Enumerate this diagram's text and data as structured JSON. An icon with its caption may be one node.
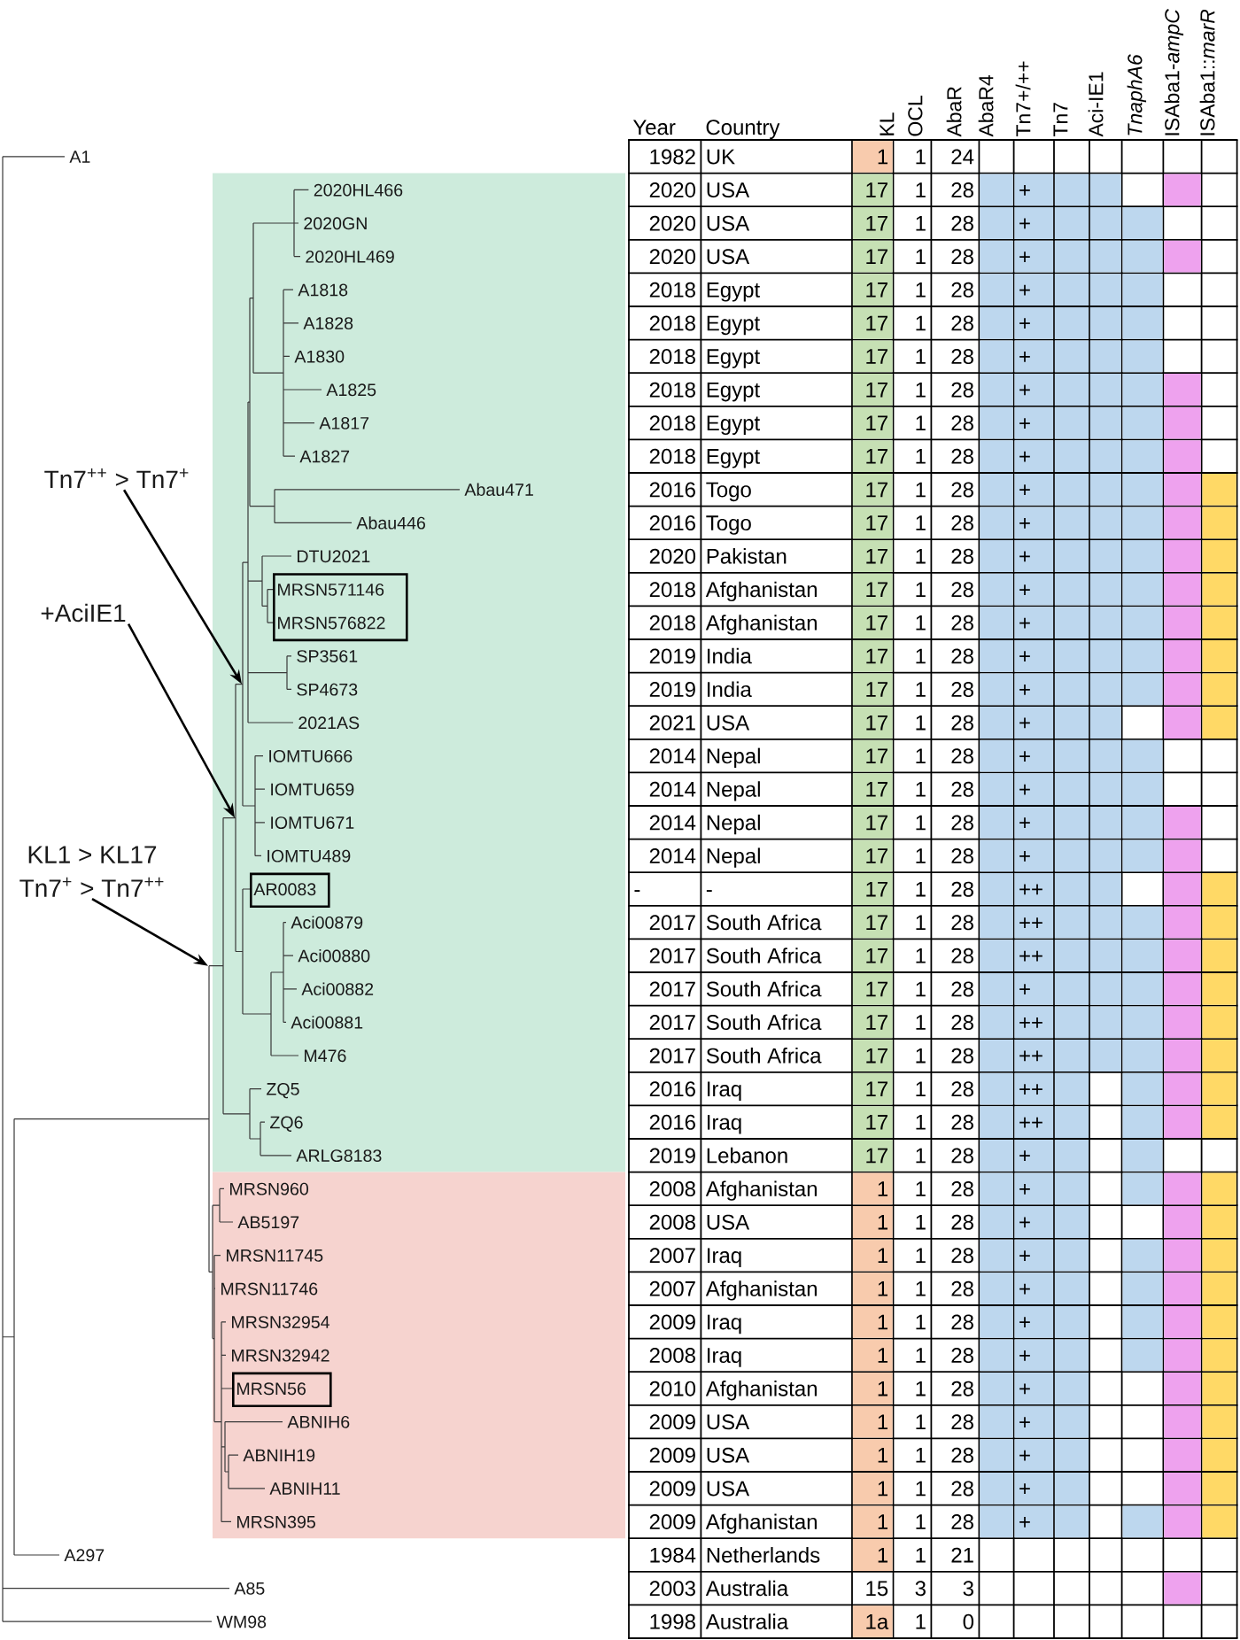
{
  "diagram": {
    "nodes": [
      {
        "text": [
          "2020HL466",
          "2020GN",
          "2020HL469",
          "A1818",
          "A1828",
          "A1830",
          "A1825",
          "A1817",
          "A1827",
          "Abau471",
          "Abau446",
          "DTU2021",
          "SP3561",
          "SP4673",
          "2021AS",
          "IOMTU666",
          "IOMTU659",
          "IOMTU671",
          "IOMTU489",
          "Aci00879",
          "Aci00880",
          "Aci00882",
          "Aci00881",
          "M476",
          "ZQ5",
          "ZQ6",
          "ARLG8183"
        ]
      },
      {
        "text": [
          "MRSN571146",
          "MRSN576822"
        ],
        "in": 0
      },
      {
        "text": [
          "AR0083"
        ],
        "in": 0
      },
      {
        "text": [
          "Tn7$^{++}$ > Tn7$^{+}$"
        ]
      },
      {
        "text": [
          "+AciIE1"
        ]
      },
      {
        "text": [
          "KL1 > KL17",
          "Tn7$^{+}$ > Tn7$^{++}$"
        ]
      },
      {
        "text": [
          "MRSN960",
          "AB5197",
          "MRSN11745",
          "MRSN11746",
          "MRSN32954",
          "MRSN32942",
          "ABNIH6",
          "ABNIH19",
          "ABNIH11",
          "MRSN395"
        ]
      },
      {
        "text": [
          "MRSN56"
        ],
        "in": 6
      }
    ],
    "edges": [
      {
        "from": 3,
        "to": 0,
        "arrow": "to"
      },
      {
        "from": 4,
        "to": 0,
        "arrow": "to"
      },
      {
        "from": 5,
        "to": 0,
        "arrow": "to"
      }
    ],
    "labels": [
      "A1",
      "A297",
      "A85",
      "WM98",
      "Year",
      "Country",
      "KL",
      "OCL",
      "AbaR",
      "AbaR4",
      "Tn7+/++",
      "Tn7",
      "Aci-IE1",
      "TnaphA6",
      "ISAba1-*ampC*",
      "ISAba1::*marR*",
      "1982",
      "UK",
      "1",
      "1",
      "24",
      "2020",
      "USA",
      "17",
      "1",
      "28",
      "+",
      "2020",
      "USA",
      "17",
      "1",
      "28",
      "+",
      "2020",
      "USA",
      "17",
      "1",
      "28",
      "+",
      "2018",
      "Egypt",
      "17",
      "1",
      "28",
      "+",
      "2018",
      "Egypt",
      "17",
      "1",
      "28",
      "+",
      "2018",
      "Egypt",
      "17",
      "1",
      "28",
      "+",
      "2018",
      "Egypt",
      "17",
      "1",
      "28",
      "+",
      "2018",
      "Egypt",
      "17",
      "1",
      "28",
      "+",
      "2018",
      "Egypt",
      "17",
      "1",
      "28",
      "+",
      "2016",
      "Togo",
      "17",
      "1",
      "28",
      "+",
      "2016",
      "Togo",
      "17",
      "1",
      "28",
      "+",
      "2020",
      "Pakistan",
      "17",
      "1",
      "28",
      "+",
      "2018",
      "Afghanistan",
      "17",
      "1",
      "28",
      "+",
      "2018",
      "Afghanistan",
      "17",
      "1",
      "28",
      "+",
      "2019",
      "India",
      "17",
      "1",
      "28",
      "+",
      "2019",
      "India",
      "17",
      "1",
      "28",
      "+",
      "2021",
      "USA",
      "17",
      "1",
      "28",
      "+",
      "2014",
      "Nepal",
      "17",
      "1",
      "28",
      "+",
      "2014",
      "Nepal",
      "17",
      "1",
      "28",
      "+",
      "2014",
      "Nepal",
      "17",
      "1",
      "28",
      "+",
      "2014",
      "Nepal",
      "17",
      "1",
      "28",
      "+",
      "-",
      "-",
      "17",
      "1",
      "28",
      "++",
      "2017",
      "South Africa",
      "17",
      "1",
      "28",
      "++",
      "2017",
      "South Africa",
      "17",
      "1",
      "28",
      "++",
      "2017",
      "South Africa",
      "17",
      "1",
      "28",
      "+",
      "2017",
      "South Africa",
      "17",
      "1",
      "28",
      "++",
      "2017",
      "South Africa",
      "17",
      "1",
      "28",
      "++",
      "2016",
      "Iraq",
      "17",
      "1",
      "28",
      "++",
      "2016",
      "Iraq",
      "17",
      "1",
      "28",
      "++",
      "2019",
      "Lebanon",
      "17",
      "1",
      "28",
      "+",
      "2008",
      "Afghanistan",
      "1",
      "1",
      "28",
      "+",
      "2008",
      "USA",
      "1",
      "1",
      "28",
      "+",
      "2007",
      "Iraq",
      "1",
      "1",
      "28",
      "+",
      "2007",
      "Afghanistan",
      "1",
      "1",
      "28",
      "+",
      "2009",
      "Iraq",
      "1",
      "1",
      "28",
      "+",
      "2008",
      "Iraq",
      "1",
      "1",
      "28",
      "+",
      "2010",
      "Afghanistan",
      "1",
      "1",
      "28",
      "+",
      "2009",
      "USA",
      "1",
      "1",
      "28",
      "+",
      "2009",
      "USA",
      "1",
      "1",
      "28",
      "+",
      "2009",
      "USA",
      "1",
      "1",
      "28",
      "+",
      "2009",
      "Afghanistan",
      "1",
      "1",
      "28",
      "+",
      "1984",
      "Netherlands",
      "1",
      "1",
      "21",
      "2003",
      "Australia",
      "15",
      "3",
      "3",
      "1998",
      "Australia",
      "1a",
      "1",
      "0"
    ]
  }
}
